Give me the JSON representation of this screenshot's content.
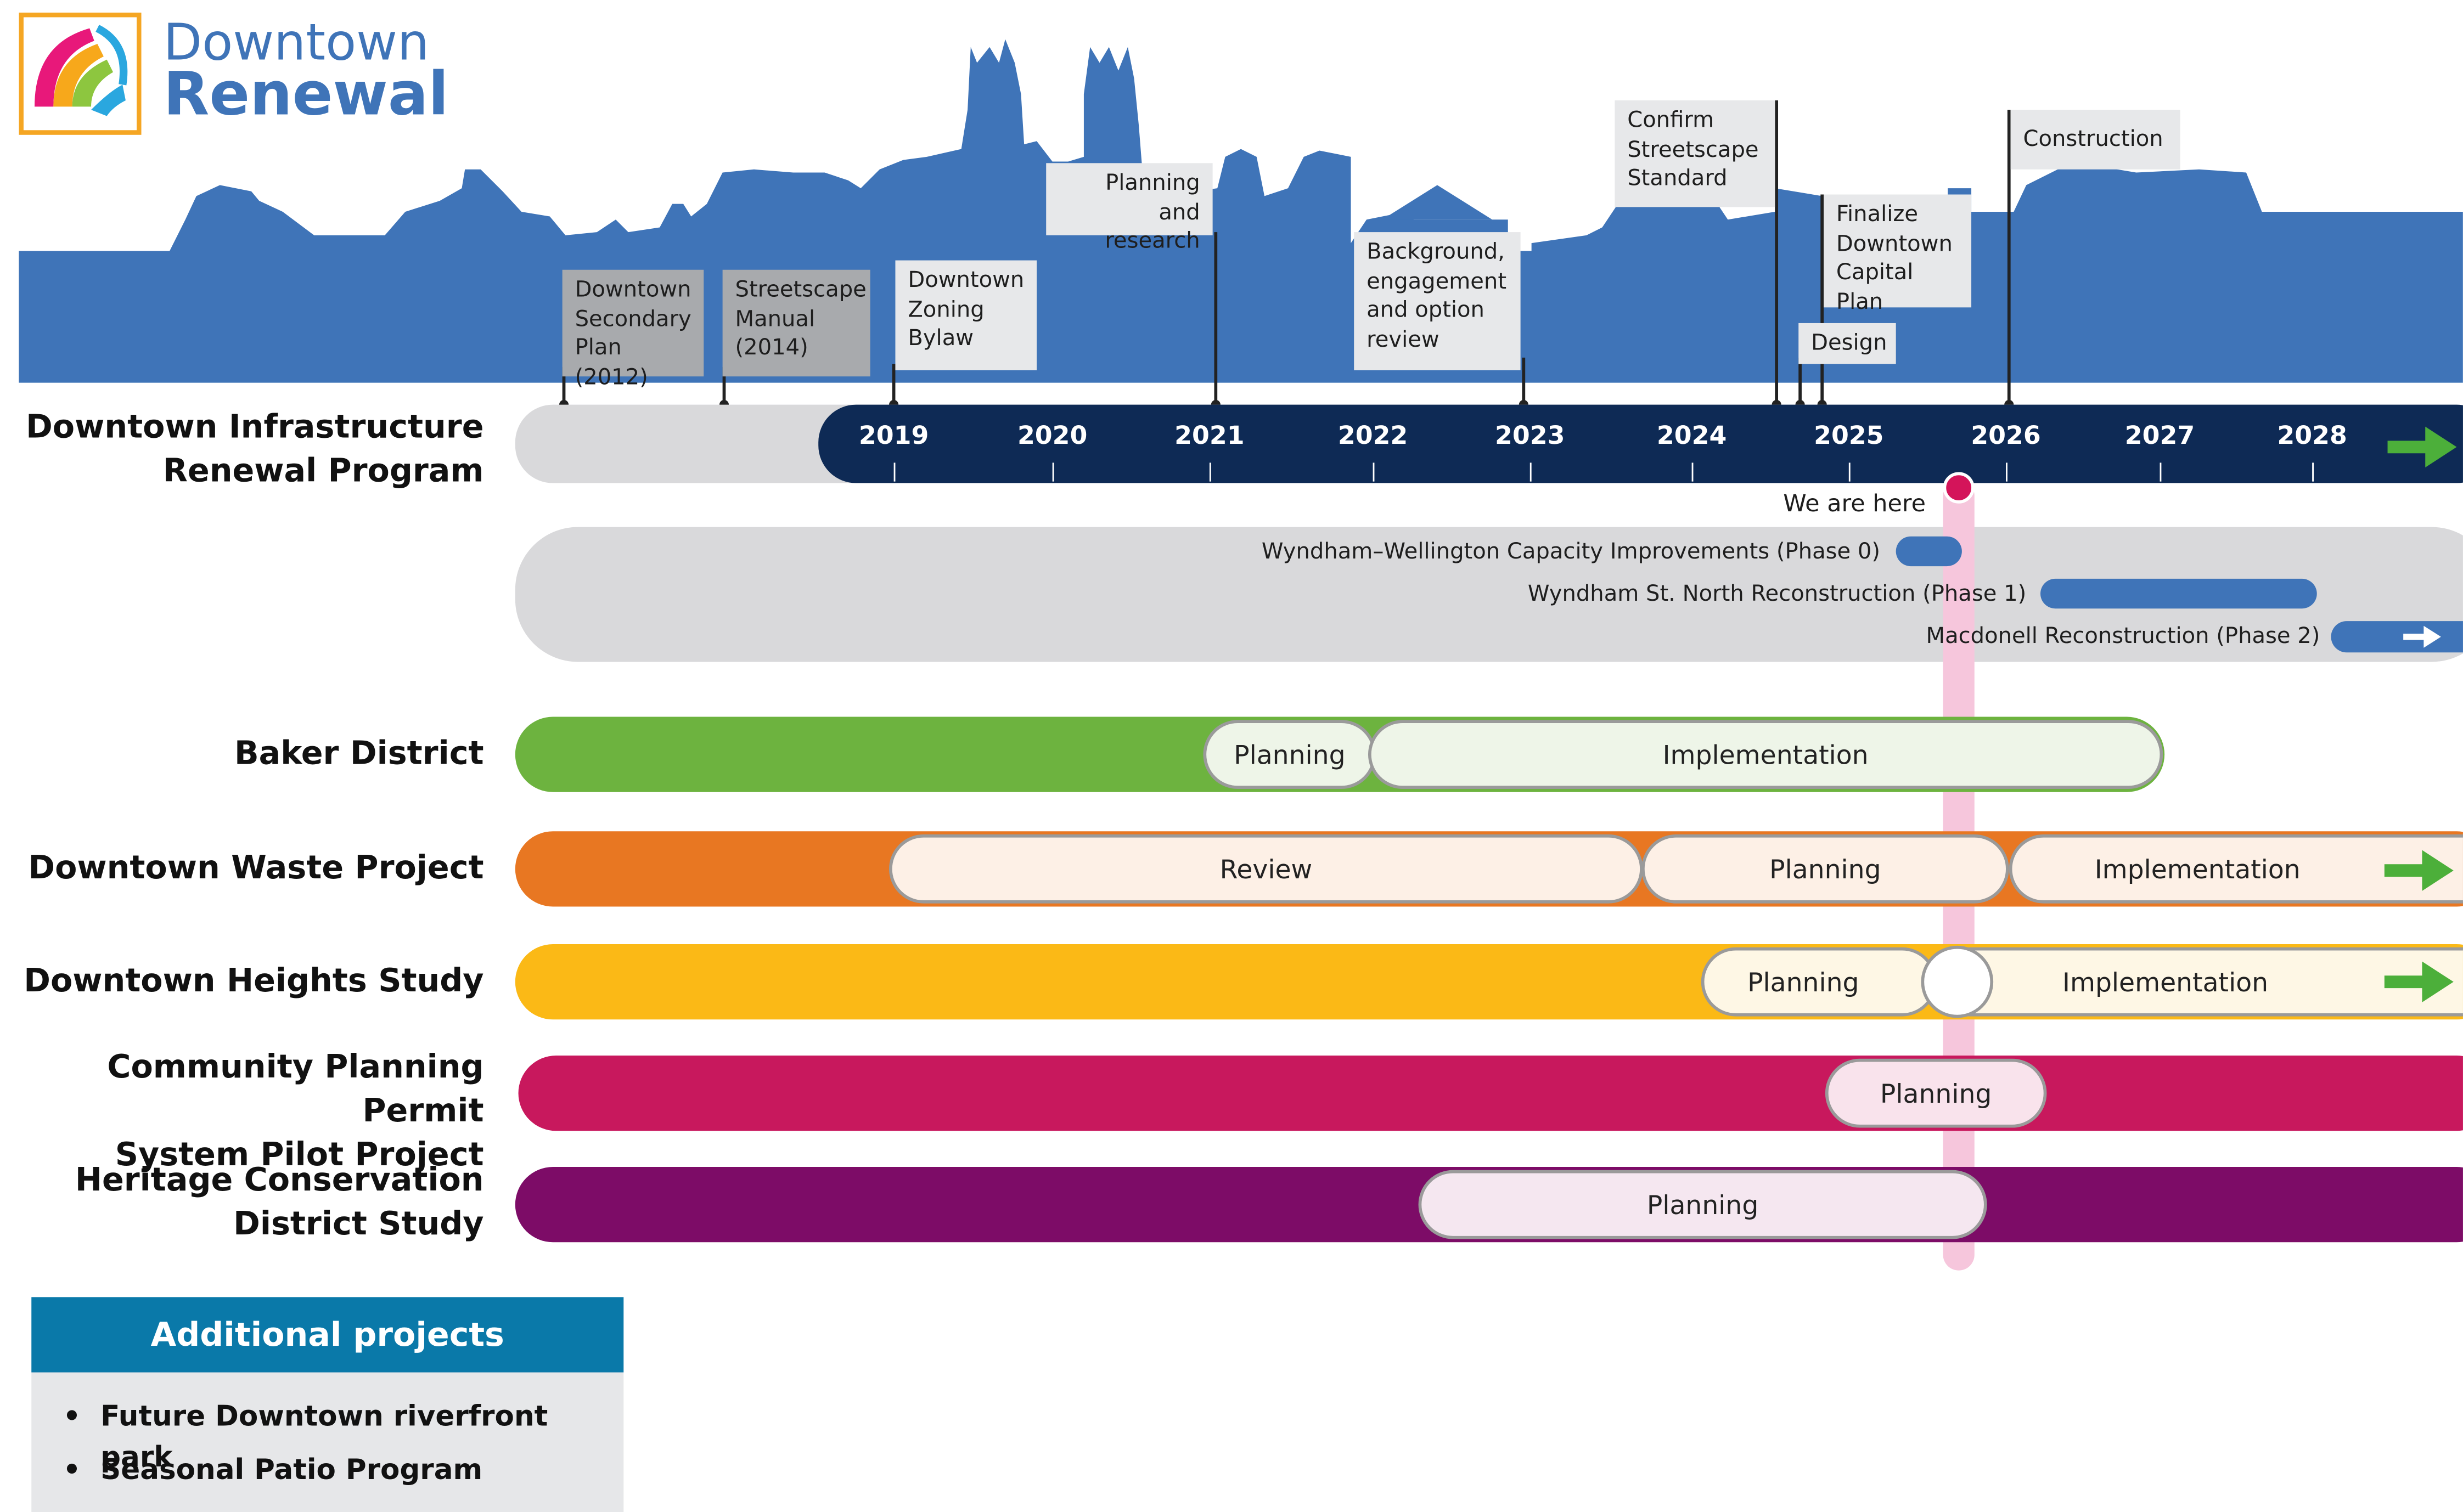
{
  "logo": {
    "line1": "Downtown",
    "line2": "Renewal"
  },
  "milestones": [
    {
      "text": "Downtown\nSecondary\nPlan (2012)"
    },
    {
      "text": "Streetscape\nManual\n(2014)"
    },
    {
      "text": "Downtown\nZoning\nBylaw"
    },
    {
      "text": "Planning\nand research"
    },
    {
      "text": "Background,\nengagement\nand option\nreview"
    },
    {
      "text": "Confirm\nStreetscape\nStandard"
    },
    {
      "text": "Design"
    },
    {
      "text": "Finalize\nDowntown\nCapital Plan"
    },
    {
      "text": "Construction"
    }
  ],
  "timeline": {
    "years": [
      "2019",
      "2020",
      "2021",
      "2022",
      "2023",
      "2024",
      "2025",
      "2026",
      "2027",
      "2028"
    ],
    "we_are_here": "We are here"
  },
  "programs": {
    "infrastructure": {
      "label": "Downtown Infrastructure\nRenewal Program",
      "subprojects": [
        "Wyndham–Wellington Capacity Improvements (Phase 0)",
        "Wyndham St. North Reconstruction (Phase 1)",
        "Macdonell Reconstruction (Phase 2)"
      ]
    },
    "baker": {
      "label": "Baker District",
      "phases": [
        "Planning",
        "Implementation"
      ],
      "color": "#6db33f"
    },
    "waste": {
      "label": "Downtown Waste Project",
      "phases": [
        "Review",
        "Planning",
        "Implementation"
      ],
      "color": "#e87722"
    },
    "heights": {
      "label": "Downtown Heights Study",
      "phases": [
        "Planning",
        "Implementation"
      ],
      "color": "#fbb916"
    },
    "cpps": {
      "label": "Community Planning Permit\nSystem Pilot Project",
      "phases": [
        "Planning"
      ],
      "color": "#c8185d"
    },
    "heritage": {
      "label": "Heritage Conservation\nDistrict Study",
      "phases": [
        "Planning"
      ],
      "color": "#7d0c67"
    }
  },
  "additional": {
    "header": "Additional projects",
    "items": [
      "Future Downtown riverfront park",
      "Seasonal Patio Program"
    ]
  },
  "colors": {
    "skyline": "#3f74b8",
    "timeline_bar": "#0e2a55",
    "today_marker": "#d4145a",
    "arrow": "#4caf3a"
  }
}
